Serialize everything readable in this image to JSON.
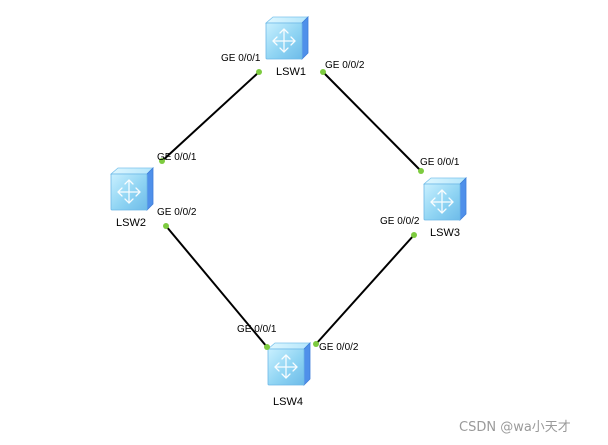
{
  "devices": [
    {
      "id": "lsw1",
      "label": "LSW1",
      "icon": "switch-icon"
    },
    {
      "id": "lsw2",
      "label": "LSW2",
      "icon": "switch-icon"
    },
    {
      "id": "lsw3",
      "label": "LSW3",
      "icon": "switch-icon"
    },
    {
      "id": "lsw4",
      "label": "LSW4",
      "icon": "switch-icon"
    }
  ],
  "links": [
    {
      "from": "LSW1",
      "to": "LSW2",
      "from_port": "GE 0/0/1",
      "to_port": "GE 0/0/1"
    },
    {
      "from": "LSW1",
      "to": "LSW3",
      "from_port": "GE 0/0/2",
      "to_port": "GE 0/0/1"
    },
    {
      "from": "LSW2",
      "to": "LSW4",
      "from_port": "GE 0/0/2",
      "to_port": "GE 0/0/1"
    },
    {
      "from": "LSW3",
      "to": "LSW4",
      "from_port": "GE 0/0/2",
      "to_port": "GE 0/0/2"
    }
  ],
  "watermark": "CSDN @wa小天才",
  "colors": {
    "background": "#ffffff",
    "link": "#000000",
    "port_dot": "#7dcb3f",
    "switch_face": "#8fd4f3",
    "switch_side": "#4f90ea",
    "watermark": "#9a9a9a"
  }
}
